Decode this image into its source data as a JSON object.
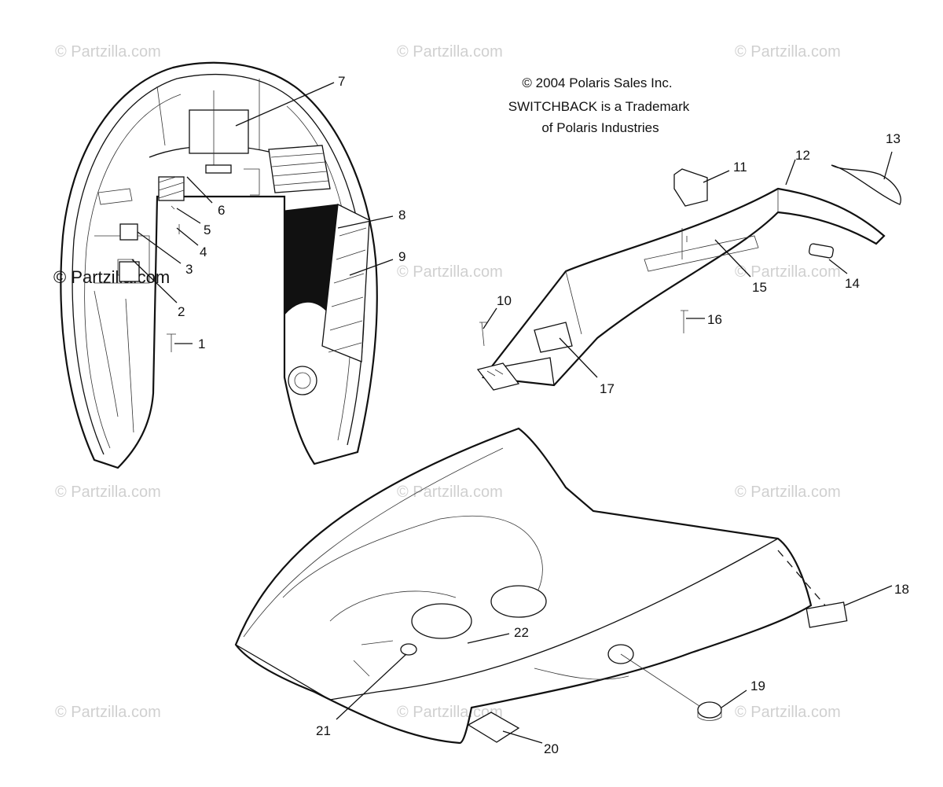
{
  "copyright": {
    "line1": "© 2004 Polaris Sales Inc.",
    "line2": "SWITCHBACK is a Trademark",
    "line3": "of Polaris Industries"
  },
  "watermarks": [
    "© Partzilla.com",
    "© Partzilla.com",
    "© Partzilla.com",
    "© Partzilla.com",
    "© Partzilla.com",
    "© Partzilla.com",
    "© Partzilla.com",
    "© Partzilla.com",
    "© Partzilla.com",
    "© Partzilla.com",
    "© Partzilla.com",
    "© Partzilla.com"
  ],
  "watermark_dark": "© Partzilla.com",
  "callouts": [
    "1",
    "2",
    "3",
    "4",
    "5",
    "6",
    "7",
    "8",
    "9",
    "10",
    "11",
    "12",
    "13",
    "14",
    "15",
    "16",
    "17",
    "18",
    "19",
    "20",
    "21",
    "22"
  ]
}
